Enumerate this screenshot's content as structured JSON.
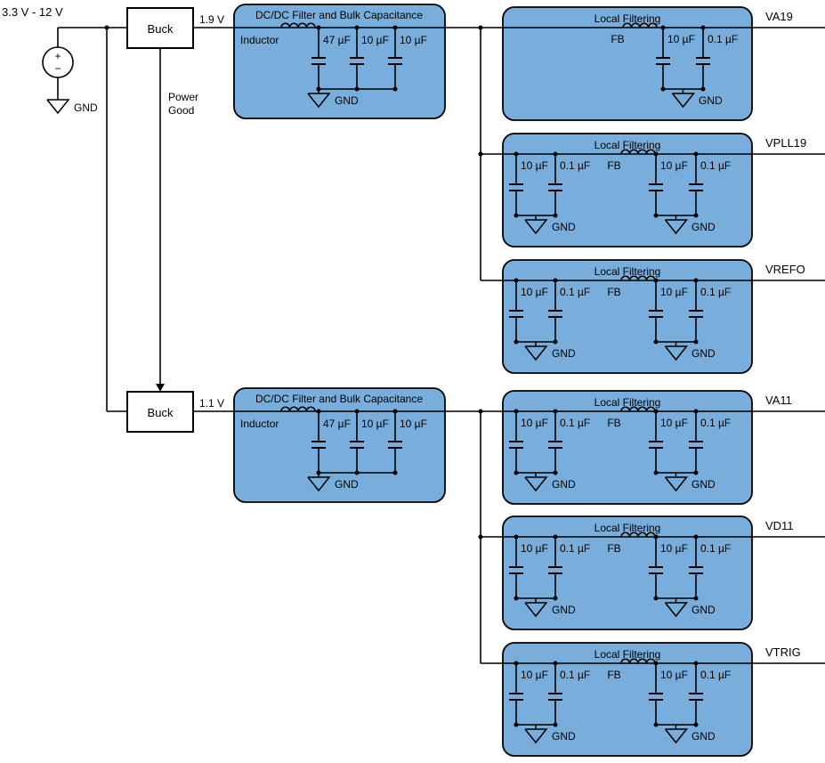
{
  "diagram": {
    "source": {
      "label": "3.3 V - 12 V",
      "plus": "+",
      "minus": "−",
      "gnd": "GND"
    },
    "power_good": {
      "line1": "Power",
      "line2": "Good"
    },
    "bucks": [
      {
        "label": "Buck",
        "output_voltage": "1.9 V"
      },
      {
        "label": "Buck",
        "output_voltage": "1.1 V"
      }
    ],
    "dcdc_blocks": [
      {
        "title": "DC/DC Filter and Bulk Capacitance",
        "inductor": "Inductor",
        "caps": [
          "47 µF",
          "10 µF",
          "10 µF"
        ],
        "gnd": "GND"
      },
      {
        "title": "DC/DC Filter and Bulk Capacitance",
        "inductor": "Inductor",
        "caps": [
          "47 µF",
          "10 µF",
          "10 µF"
        ],
        "gnd": "GND"
      }
    ],
    "filter_blocks": [
      {
        "title": "Local Filtering",
        "fb": "FB",
        "caps": [
          "10 µF",
          "0.1 µF"
        ],
        "gnd": [
          "GND"
        ],
        "output": "VA19"
      },
      {
        "title": "Local Filtering",
        "fb": "FB",
        "caps": [
          "10 µF",
          "0.1 µF",
          "10 µF",
          "0.1 µF"
        ],
        "gnd": [
          "GND",
          "GND"
        ],
        "output": "VPLL19"
      },
      {
        "title": "Local Filtering",
        "fb": "FB",
        "caps": [
          "10 µF",
          "0.1 µF",
          "10 µF",
          "0.1 µF"
        ],
        "gnd": [
          "GND",
          "GND"
        ],
        "output": "VREFO"
      },
      {
        "title": "Local Filtering",
        "fb": "FB",
        "caps": [
          "10 µF",
          "0.1 µF",
          "10 µF",
          "0.1 µF"
        ],
        "gnd": [
          "GND",
          "GND"
        ],
        "output": "VA11"
      },
      {
        "title": "Local Filtering",
        "fb": "FB",
        "caps": [
          "10 µF",
          "0.1 µF",
          "10 µF",
          "0.1 µF"
        ],
        "gnd": [
          "GND",
          "GND"
        ],
        "output": "VD11"
      },
      {
        "title": "Local Filtering",
        "fb": "FB",
        "caps": [
          "10 µF",
          "0.1 µF",
          "10 µF",
          "0.1 µF"
        ],
        "gnd": [
          "GND",
          "GND"
        ],
        "output": "VTRIG"
      }
    ]
  },
  "colors": {
    "block_fill": "#79ADDB",
    "block_stroke": "#000000",
    "wire": "#000000"
  }
}
